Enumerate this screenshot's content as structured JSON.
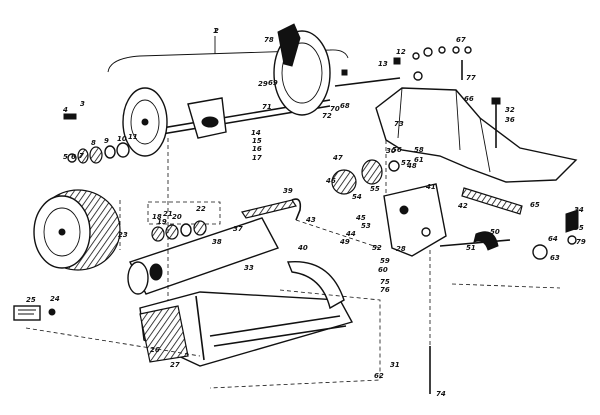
{
  "callouts": [
    "1",
    "2",
    "3",
    "4",
    "5",
    "6",
    "7",
    "8",
    "9",
    "10",
    "11",
    "12",
    "13",
    "14",
    "15",
    "16",
    "17",
    "18",
    "19",
    "20",
    "21",
    "22",
    "23",
    "24",
    "25",
    "26",
    "27",
    "28",
    "29",
    "30",
    "31",
    "32",
    "33",
    "34",
    "35",
    "36",
    "37",
    "38",
    "39",
    "40",
    "41",
    "42",
    "43",
    "44",
    "45",
    "46",
    "47",
    "48",
    "49",
    "50",
    "51",
    "52",
    "53",
    "54",
    "55",
    "56",
    "57",
    "58",
    "59",
    "60",
    "61",
    "62",
    "63",
    "64",
    "65",
    "66",
    "67",
    "68",
    "69",
    "70",
    "71",
    "72",
    "73",
    "74",
    "75",
    "76",
    "77",
    "78",
    "79"
  ]
}
